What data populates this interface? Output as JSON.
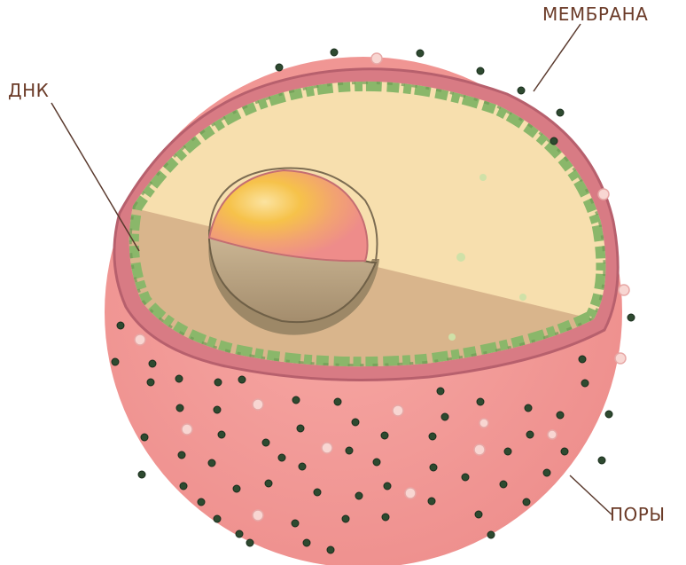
{
  "labels": {
    "membrane": "МЕМБРАНА",
    "dna": "ДНК",
    "pores": "ПОРЫ"
  },
  "colors": {
    "cell_pink": "#f29a98",
    "nucleoplasm": "#f7dfae",
    "cut_face": "#d8b48a",
    "dna_green": "#88b368",
    "pore_dark": "#2b4a2e",
    "pore_light": "#f8d6d2",
    "nucleolus_pink": "#f08c8a",
    "nucleolus_yellow": "#f6c24a",
    "nucleolus_shell": "#b9a27c",
    "label_text": "#6b3b28",
    "leader_line": "#5a3a2e"
  }
}
